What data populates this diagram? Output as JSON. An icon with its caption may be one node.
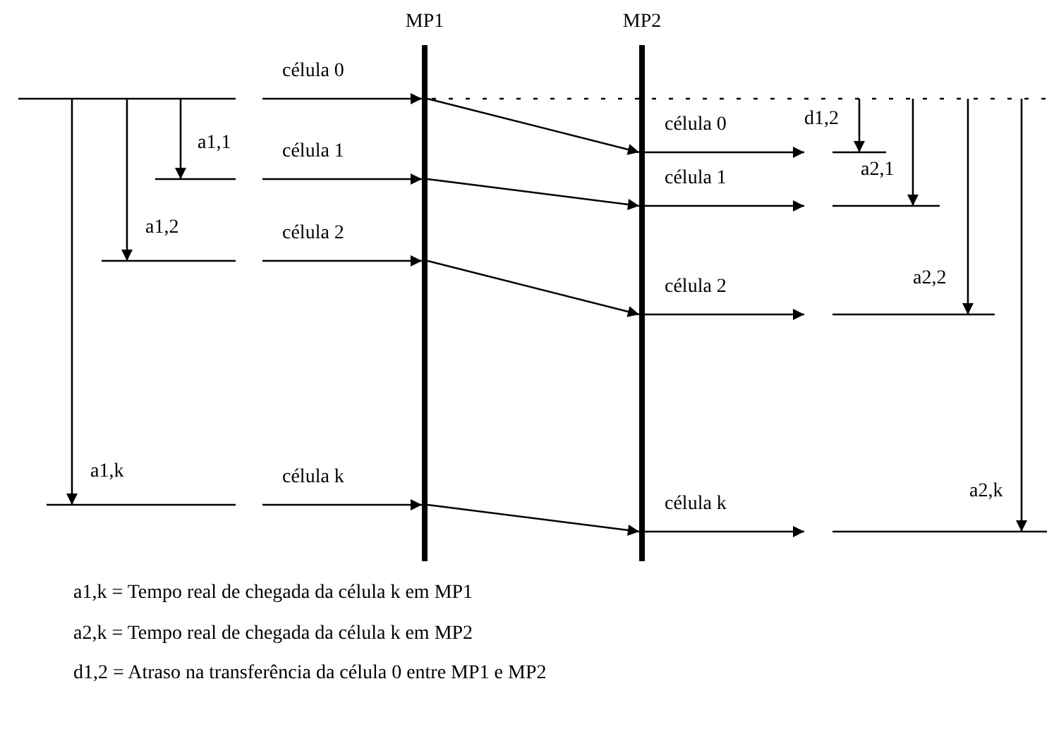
{
  "diagram": {
    "nodes": [
      {
        "text": [
          "MP1"
        ]
      },
      {
        "text": [
          "MP2"
        ]
      }
    ],
    "edges": [
      {
        "from": null,
        "to": 0,
        "arrow": "to",
        "label": "célula 0"
      },
      {
        "from": null,
        "to": 0,
        "arrow": "to",
        "label": "célula 1"
      },
      {
        "from": null,
        "to": 0,
        "arrow": "to",
        "label": "célula 2"
      },
      {
        "from": null,
        "to": 0,
        "arrow": "to",
        "label": "célula k"
      },
      {
        "from": 0,
        "to": 1,
        "arrow": "to"
      },
      {
        "from": 0,
        "to": 1,
        "arrow": "to"
      },
      {
        "from": 0,
        "to": 1,
        "arrow": "to"
      },
      {
        "from": 0,
        "to": 1,
        "arrow": "to"
      },
      {
        "from": 1,
        "to": null,
        "arrow": "to",
        "label": "célula 0"
      },
      {
        "from": 1,
        "to": null,
        "arrow": "to",
        "label": "célula 1"
      },
      {
        "from": 1,
        "to": null,
        "arrow": "to",
        "label": "célula 2"
      },
      {
        "from": 1,
        "to": null,
        "arrow": "to",
        "label": "célula k"
      }
    ],
    "labels": [
      "a1,1",
      "a1,2",
      "a1,k",
      "d1,2",
      "a2,1",
      "a2,2",
      "a2,k",
      "a1,k = Tempo real de chegada da célula k em MP1",
      "a2,k = Tempo real de chegada da célula k em MP2",
      "d1,2 = Atraso na transferência da célula 0 entre MP1 e MP2"
    ]
  }
}
